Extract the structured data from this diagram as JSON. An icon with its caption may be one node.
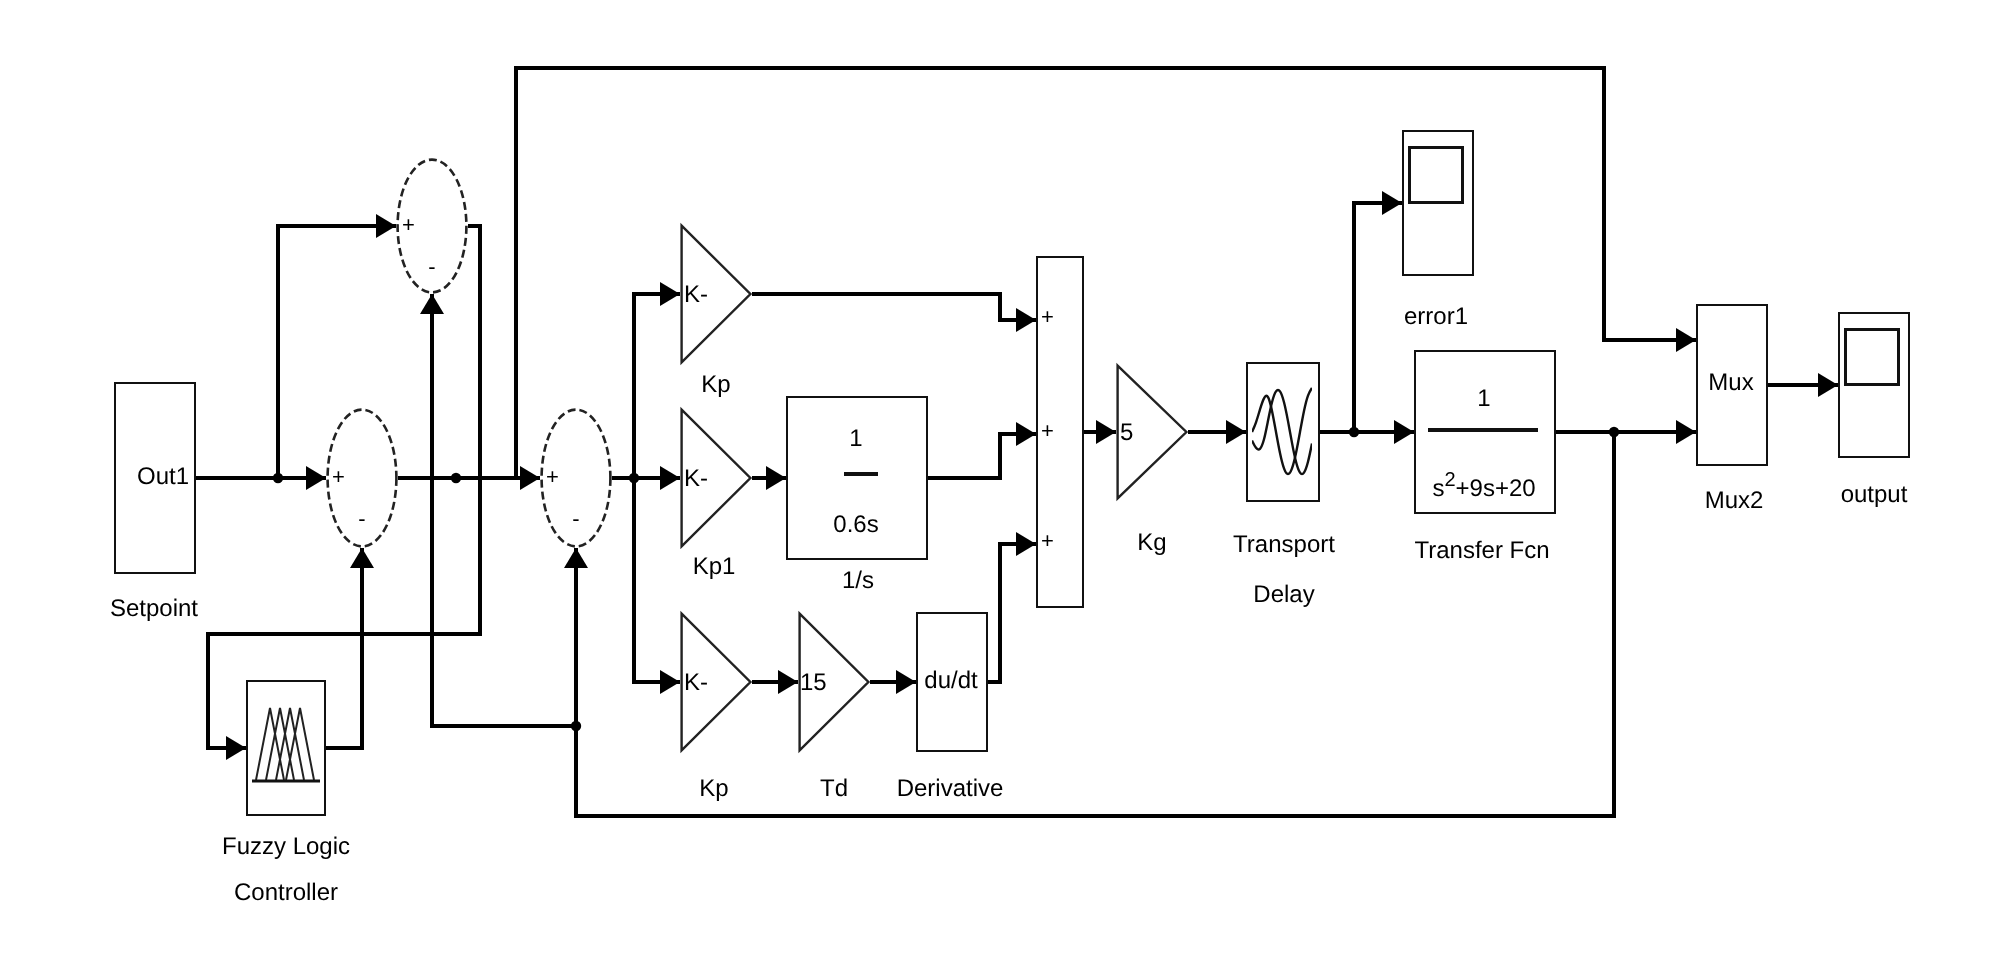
{
  "diagram": {
    "nodes": [
      {
        "text": [
          "Out1"
        ],
        "beside": [
          "Setpoint"
        ]
      },
      {
        "text": [
          "+",
          "-"
        ]
      },
      {
        "text": [
          "+",
          "-"
        ]
      },
      {
        "text": [],
        "shape": "box",
        "beside": [
          "Fuzzy Logic Controller"
        ]
      },
      {
        "text": [
          "+",
          "-"
        ]
      },
      {
        "text": [
          "K-"
        ],
        "beside": [
          "Kp"
        ]
      },
      {
        "text": [
          "K-"
        ],
        "beside": [
          "Kp1"
        ]
      },
      {
        "text": [
          "1",
          "0.6s"
        ],
        "beside": [
          "1/s"
        ]
      },
      {
        "text": [
          "K-"
        ],
        "beside": [
          "Kp"
        ]
      },
      {
        "text": [
          "15"
        ],
        "beside": [
          "Td"
        ]
      },
      {
        "text": [
          "du/dt"
        ],
        "beside": [
          "Derivative"
        ]
      },
      {
        "text": [
          "+",
          "+",
          "+"
        ]
      },
      {
        "text": [
          "5"
        ],
        "beside": [
          "Kg"
        ]
      },
      {
        "text": [],
        "shape": "box",
        "beside": [
          "Transport Delay"
        ]
      },
      {
        "text": [],
        "shape": "box",
        "beside": [
          "error1"
        ]
      },
      {
        "text": [
          "1",
          "s$^{2}$+9s+20"
        ],
        "beside": [
          "Transfer Fcn"
        ]
      },
      {
        "text": [
          "Mux"
        ],
        "beside": [
          "Mux2"
        ]
      },
      {
        "text": [],
        "shape": "box",
        "beside": [
          "output"
        ]
      }
    ],
    "edges": [
      {
        "from": 0,
        "to": 2,
        "arrow": "to"
      },
      {
        "from": 0,
        "to": 1,
        "arrow": "to"
      },
      {
        "from": 1,
        "to": 3,
        "arrow": "to"
      },
      {
        "from": 3,
        "to": 2,
        "arrow": "to"
      },
      {
        "from": 2,
        "to": 4,
        "arrow": "to"
      },
      {
        "from": 2,
        "to": 16,
        "arrow": "to"
      },
      {
        "from": 4,
        "to": 5,
        "arrow": "to"
      },
      {
        "from": 4,
        "to": 6,
        "arrow": "to"
      },
      {
        "from": 4,
        "to": 8,
        "arrow": "to"
      },
      {
        "from": 5,
        "to": 11,
        "arrow": "to"
      },
      {
        "from": 6,
        "to": 7,
        "arrow": "to"
      },
      {
        "from": 7,
        "to": 11,
        "arrow": "to"
      },
      {
        "from": 8,
        "to": 9,
        "arrow": "to"
      },
      {
        "from": 9,
        "to": 10,
        "arrow": "to"
      },
      {
        "from": 10,
        "to": 11,
        "arrow": "to"
      },
      {
        "from": 11,
        "to": 12,
        "arrow": "to"
      },
      {
        "from": 12,
        "to": 13,
        "arrow": "to"
      },
      {
        "from": 13,
        "to": 14,
        "arrow": "to"
      },
      {
        "from": 13,
        "to": 15,
        "arrow": "to"
      },
      {
        "from": 15,
        "to": 16,
        "arrow": "to"
      },
      {
        "from": 15,
        "to": 4,
        "arrow": "to"
      },
      {
        "from": 15,
        "to": 1,
        "arrow": "to"
      },
      {
        "from": 16,
        "to": 17,
        "arrow": "to"
      }
    ]
  }
}
